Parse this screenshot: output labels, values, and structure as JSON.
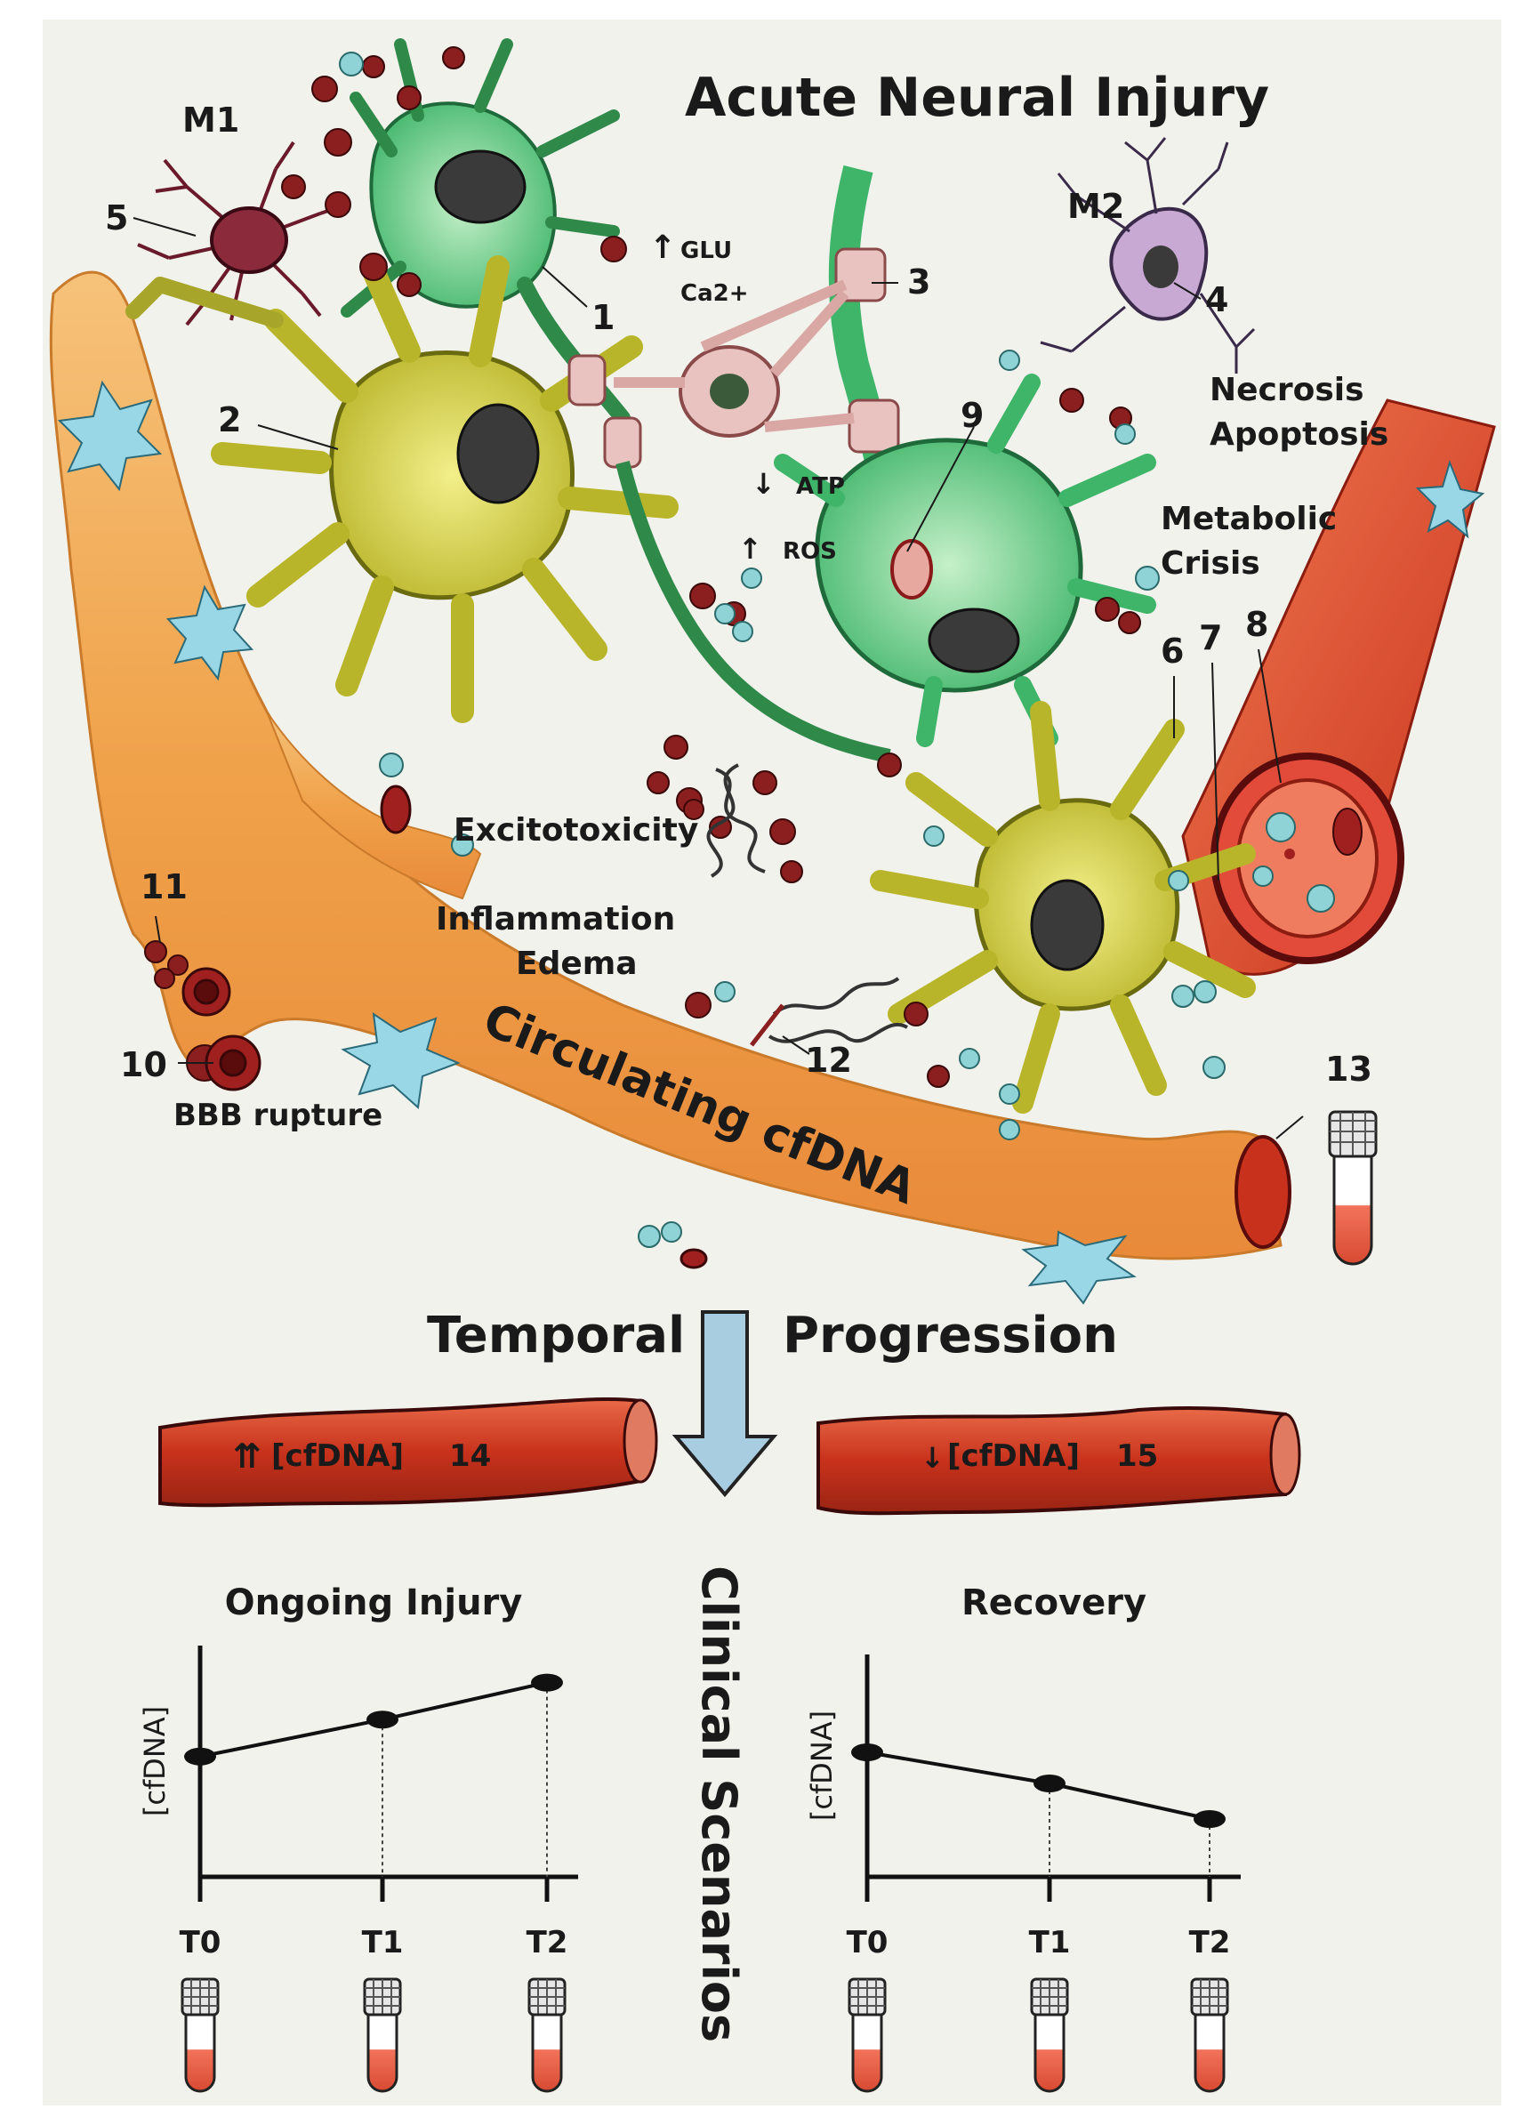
{
  "title": "Acute Neural Injury",
  "labels": {
    "m1": "M1",
    "m2": "M2",
    "glu": "GLU",
    "ca": "Ca2+",
    "atp": "ATP",
    "ros": "ROS",
    "necrosis": "Necrosis",
    "apoptosis": "Apoptosis",
    "metabolic": "Metabolic",
    "crisis": "Crisis",
    "excitotoxicity": "Excitotoxicity",
    "inflammation": "Inflammation",
    "edema": "Edema",
    "bbb": "BBB rupture",
    "circulating": "Circulating cfDNA"
  },
  "numbers": [
    "1",
    "2",
    "3",
    "4",
    "5",
    "6",
    "7",
    "8",
    "9",
    "10",
    "11",
    "12",
    "13"
  ],
  "arrows": {
    "up": "↑",
    "down": "↓",
    "double_up": "⇈"
  },
  "temporal": {
    "left": "Temporal",
    "right": "Progression"
  },
  "vessels": {
    "left": {
      "text": "[cfDNA]",
      "num": "14"
    },
    "right": {
      "text": "[cfDNA]",
      "num": "15"
    }
  },
  "clinical": "Clinical Scenarios",
  "colors": {
    "vessel_orange": "#f0a24a",
    "vessel_red": "#c8321c",
    "neuron_green": "#3fb56a",
    "astro_yellow": "#d8d23a",
    "arrow_blue": "#a9cde0",
    "blood_red": "#8b1f1f",
    "cyan_dot": "#8fd3d6"
  },
  "chart_data": [
    {
      "type": "line",
      "title": "Ongoing Injury",
      "ylabel": "[cfDNA]",
      "x": [
        "T0",
        "T1",
        "T2"
      ],
      "values": [
        0.52,
        0.68,
        0.84
      ],
      "ylim": [
        0,
        1
      ]
    },
    {
      "type": "line",
      "title": "Recovery",
      "ylabel": "[cfDNA]",
      "x": [
        "T0",
        "T1",
        "T2"
      ],
      "values": [
        0.56,
        0.42,
        0.26
      ],
      "ylim": [
        0,
        1
      ]
    }
  ]
}
